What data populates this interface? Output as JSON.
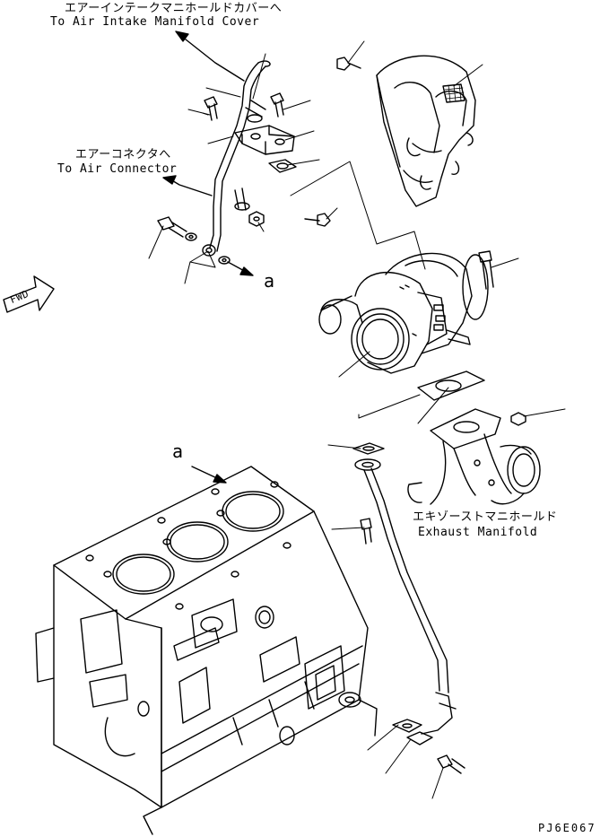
{
  "callouts": {
    "air_intake": {
      "jp": "エアーインテークマニホールドカバーへ",
      "en": "To Air Intake Manifold Cover"
    },
    "air_connector": {
      "jp": "エアーコネクタへ",
      "en": "To Air Connector"
    },
    "exhaust_manifold": {
      "jp": "エキゾーストマニホールド",
      "en": "Exhaust Manifold"
    }
  },
  "view_markers": {
    "upper": "a",
    "lower": "a"
  },
  "direction_arrow": {
    "label": "FWD",
    "icon": "fwd-arrow-icon"
  },
  "drawing_code": "PJ6E067"
}
